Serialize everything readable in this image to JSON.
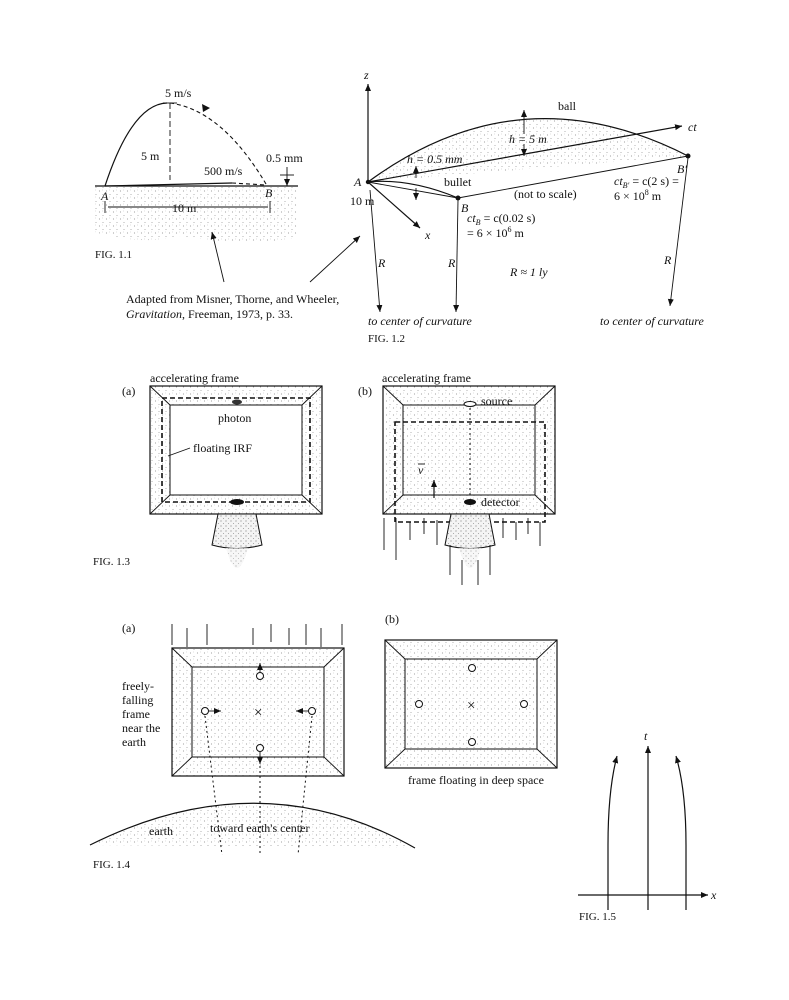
{
  "fig11": {
    "caption": "FIG. 1.1",
    "speed_top": "5 m/s",
    "height": "5 m",
    "speed_bullet": "500 m/s",
    "drop": "0.5 mm",
    "point_a": "A",
    "point_b": "B",
    "distance": "10 m"
  },
  "credit": {
    "line1": "Adapted from Misner, Thorne, and Wheeler,",
    "book": "Gravitation",
    "line2_rest": ", Freeman, 1973, p. 33."
  },
  "fig12": {
    "caption": "FIG. 1.2",
    "z_axis": "z",
    "x_axis": "x",
    "ct_axis": "ct",
    "ball": "ball",
    "h_ball": "h = 5 m",
    "h_bullet": "h = 0.5 mm",
    "bullet": "bullet",
    "not_to_scale": "(not to scale)",
    "point_a": "A",
    "point_b": "B",
    "point_b_prime": "B′",
    "ten_m": "10 m",
    "ctb_line1": "ct",
    "ctb_sub": "B",
    "ctb_line1_rest": " = c(0.02 s)",
    "ctb_line2": "= 6 × 10",
    "ctb_exp": "6",
    "ctb_unit": " m",
    "ctbp_line1": "ct",
    "ctbp_sub": "B′",
    "ctbp_line1_rest": " = c(2 s) =",
    "ctbp_line2": "6 × 10",
    "ctbp_exp": "8",
    "ctbp_unit": " m",
    "r_label": "R",
    "r_approx": "R ≈ 1 ly",
    "center_left": "to center of curvature",
    "center_right": "to center of curvature"
  },
  "fig13": {
    "caption": "FIG. 1.3",
    "panel_a": "(a)",
    "panel_b": "(b)",
    "accel_a": "accelerating frame",
    "accel_b": "accelerating frame",
    "photon": "photon",
    "floating_irf": "floating IRF",
    "source": "source",
    "detector": "detector",
    "velocity": "v"
  },
  "fig14": {
    "caption": "FIG. 1.4",
    "panel_a": "(a)",
    "panel_b": "(b)",
    "freely_lines": [
      "freely-",
      "falling",
      "frame",
      "near the",
      "earth"
    ],
    "earth": "earth",
    "toward": "toward earth's center",
    "deep_space": "frame floating in deep space"
  },
  "fig15": {
    "caption": "FIG. 1.5",
    "t_axis": "t",
    "x_axis": "x"
  }
}
